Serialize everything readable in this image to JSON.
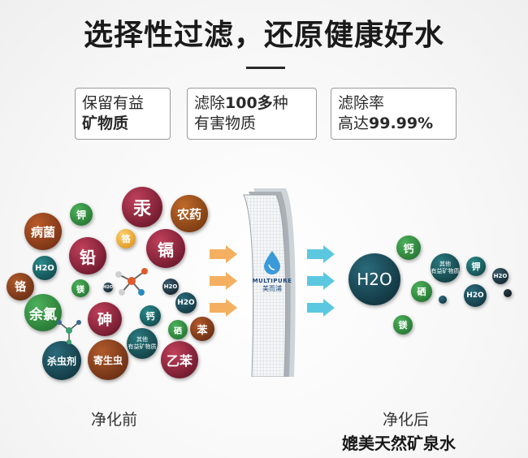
{
  "header": {
    "title": "选择性过滤，还原健康好水"
  },
  "features": [
    {
      "line1": "保留有益",
      "line2": "矿物质"
    },
    {
      "line1_pre": "滤除",
      "line1_bold": "100多",
      "line1_post": "种",
      "line2": "有害物质"
    },
    {
      "line1": "滤除率",
      "line2_pre": "高达",
      "line2_bold": "99.99%"
    }
  ],
  "before": {
    "label": "净化前",
    "bubbles": {
      "bingjun": "病菌",
      "jia1": "钾",
      "gong": "汞",
      "nongyao": "农药",
      "qian": "铅",
      "ge": "铬",
      "ge2": "镉",
      "h2o_a": "H2O",
      "ge3": "铬",
      "mei": "镁",
      "h2o_s": "H2O",
      "h2o_b": "H2O",
      "yulv": "余氯",
      "shen": "砷",
      "gai": "钙",
      "xi": "硒",
      "ben": "苯",
      "qita": "其他\n有益矿物质",
      "yiben": "乙苯",
      "shachongji": "杀虫剂",
      "jishengchong": "寄生虫"
    }
  },
  "brand": {
    "name_en": "MULTIPURE",
    "name_cn": "美而浦"
  },
  "after": {
    "label": "净化后",
    "tagline": "媲美天然矿泉水",
    "bubbles": {
      "h2o_big": "H2O",
      "gai": "钙",
      "qita": "其他\n有益矿物质",
      "jia": "钾",
      "h2o_small": "H2O",
      "xi": "硒",
      "h2o_mid": "H2O",
      "mei": "镁"
    }
  },
  "colors": {
    "arrow_in": "#f4b060",
    "arrow_out": "#5cc8e0",
    "green": "#2e8b3e",
    "teal": "#1c6f6a",
    "maroon": "#8a1f3a",
    "brown": "#8a4a1e",
    "dark": "#1e2a34"
  }
}
